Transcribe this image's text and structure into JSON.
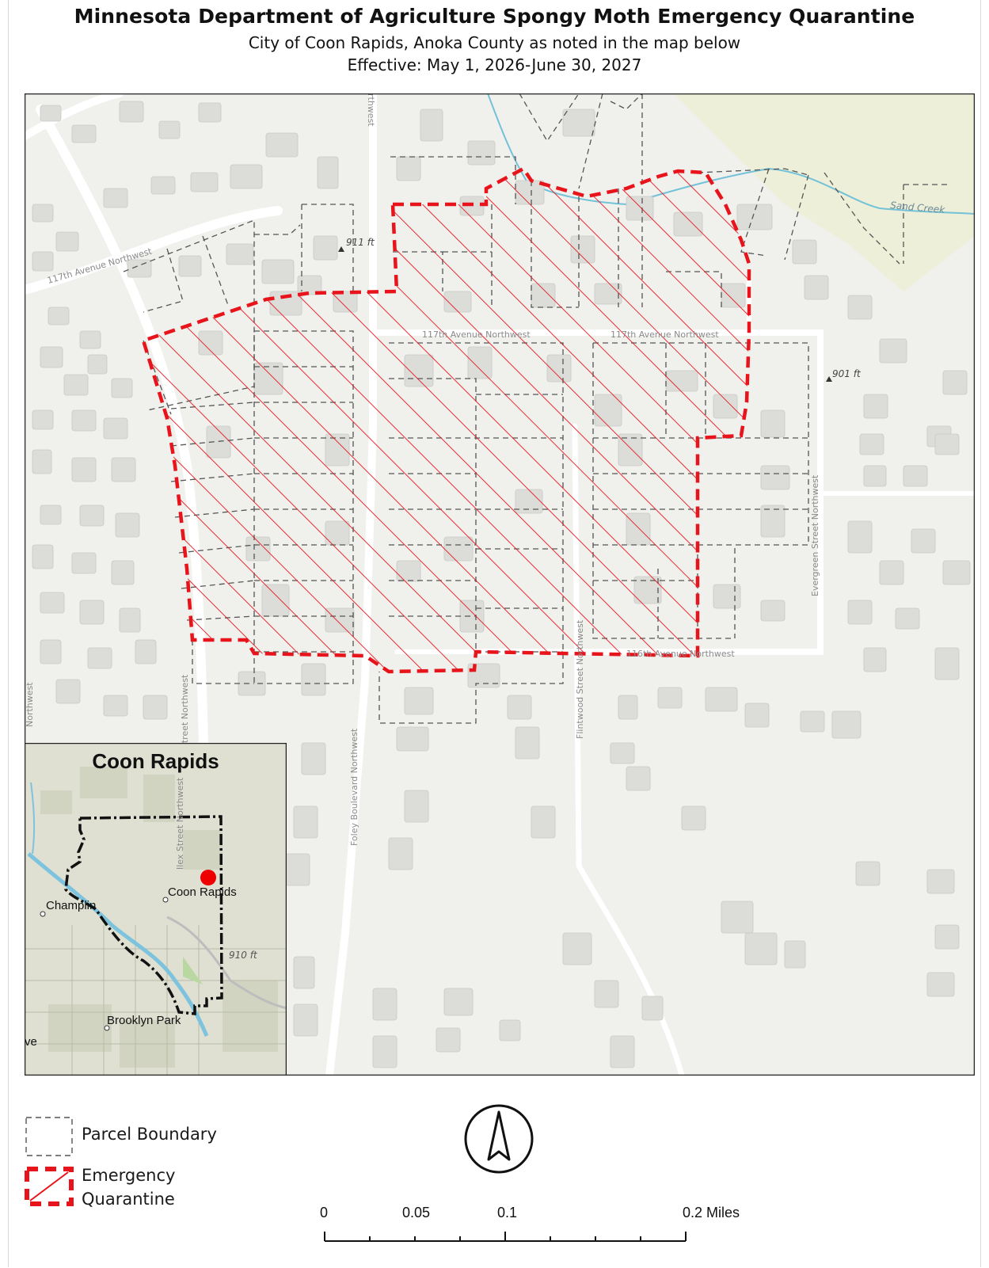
{
  "title": "Minnesota Department of Agriculture Spongy Moth Emergency Quarantine",
  "subtitle_line1": "City of Coon Rapids, Anoka County as noted in the map below",
  "subtitle_line2": "Effective: May 1, 2026-June 30, 2027",
  "map": {
    "street_labels": {
      "ave_117th_west": "117th Avenue Northwest",
      "ave_117th_mid": "117th Avenue Northwest",
      "ave_117th_east": "117th Avenue Northwest",
      "ave_116th": "116th Avenue Northwest",
      "foley_blvd": "Foley Boulevard Northwest",
      "flintwood_st": "Flintwood Street Northwest",
      "evergreen_st": "Evergreen Street Northwest",
      "ilex_st": "Ilex Street Northwest",
      "left_edge_street": "Northwest",
      "top_street_fragment": "rthwest"
    },
    "water_labels": {
      "sand_creek": "Sand Creek"
    },
    "elevation_labels": {
      "el_911": "911 ft",
      "el_901": "901 ft"
    },
    "colors": {
      "quarantine": "#e8141b",
      "parcel": "#555555",
      "road": "#ffffff",
      "background": "#f0f0ed",
      "building": "#dcdcd9",
      "creek": "#73c2d8",
      "park": "#eeefd8"
    }
  },
  "inset": {
    "title": "Coon Rapids",
    "places": {
      "coon_rapids": "Coon Rapids",
      "champlin": "Champlin",
      "brooklyn_park": "Brooklyn Park",
      "partial_left": "ve"
    },
    "elevation": "910 ft",
    "street": "Ilex Street Northwest"
  },
  "legend": {
    "parcel_label": "Parcel Boundary",
    "quarantine_label_line1": "Emergency",
    "quarantine_label_line2": "Quarantine"
  },
  "north_arrow_icon": "north-arrow-icon",
  "scale_bar": {
    "labels": [
      "0",
      "0.05",
      "0.1",
      "0.2 Miles"
    ]
  }
}
